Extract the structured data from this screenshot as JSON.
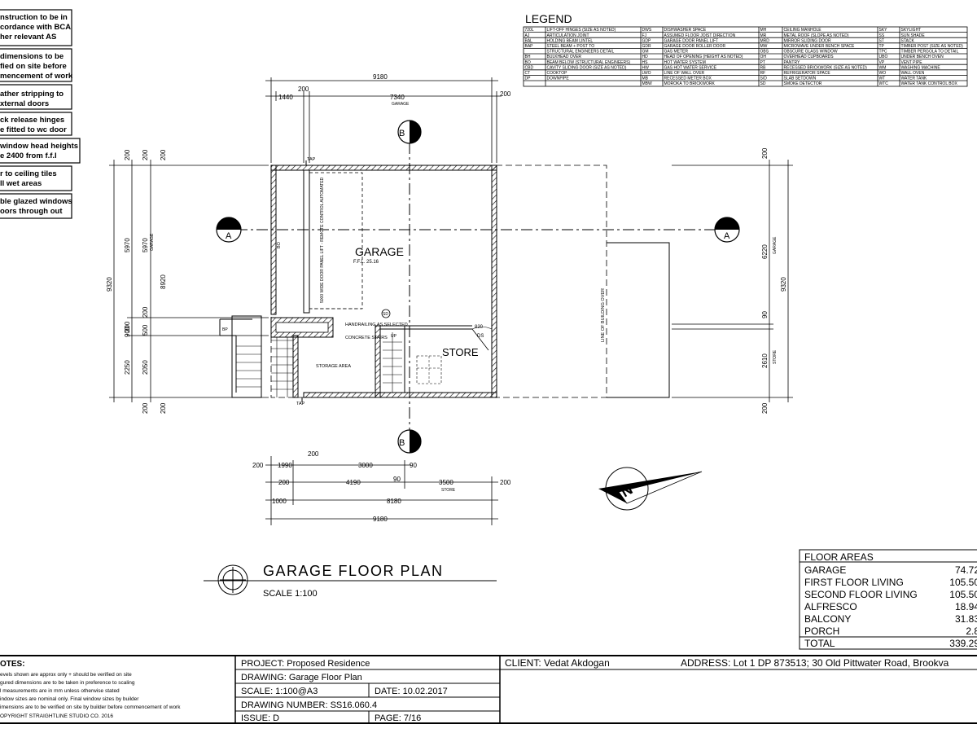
{
  "notes_left": [
    "nstruction to be in",
    "cordance with BCA",
    "her relevant AS",
    "dimensions to be",
    "fied on site before",
    "mencement of work",
    "ather stripping to",
    "xternal doors",
    "ck release hinges",
    "e fitted to wc door",
    "window head heights",
    "e 2400 from f.f.l",
    "r to ceiling tiles",
    "ll wet areas",
    "ble glazed windows",
    "oors through out"
  ],
  "legend": {
    "title": "LEGEND",
    "rows": [
      [
        "720L",
        "LIFT-OFF HINGES (SIZE AS NOTED)",
        "DWS",
        "DISHWASHER SPACE",
        "MH",
        "CEILING MANHOLE",
        "SKY",
        "SKYLIGHT"
      ],
      [
        "AJ",
        "ARTICULATION JOINT",
        "FJ",
        "ASSUMED FLOOR JOIST DIRECTION",
        "MR",
        "METAL ROOF (SLOPE AS NOTED)",
        "SS",
        "SUN SHADE"
      ],
      [
        "BAL",
        "HOLDING BEAM LINTEL",
        "GDP",
        "GARAGE DOOR PANEL LIFT",
        "MRD",
        "MIRROR SLIDING DOOR",
        "ST",
        "STACK"
      ],
      [
        "BAP",
        "STEEL BEAM + POST TO",
        "GDR",
        "GARAGE DOOR ROLLER DOOR",
        "MW",
        "MICROWAVE UNDER BENCH SPACE",
        "TP",
        "TIMBER POST (SIZE AS NOTED)"
      ],
      [
        "",
        "STRUCTURAL ENGINEERS DETAIL",
        "GM",
        "GAS METER",
        "OBS",
        "OBSCURE GLASS WINDOW",
        "TPC",
        "TIMBER PERGOLA TO DETAIL"
      ],
      [
        "BH",
        "BULKHEAD OVER",
        "HD",
        "HEAD OF OPENING (HEIGHT AS NOTED)",
        "OH",
        "OVERHEAD CUPBOARDS",
        "UBO",
        "UNDER BENCH OVEN"
      ],
      [
        "BO",
        "BEAM BELOW (STRUCTURAL ENGINEERS)",
        "HS",
        "HOT WATER SYSTEM",
        "PT",
        "PANTRY",
        "VP",
        "VENT PIPE"
      ],
      [
        "CBD",
        "CAVITY SLIDING DOOR (SIZE AS NOTED)",
        "HW",
        "GAS HOT WATER SERVICE",
        "RB",
        "RECESSED BRICKWORK (SIZE AS NOTED)",
        "WM",
        "WASHING MACHINE"
      ],
      [
        "CT",
        "COOKTOP",
        "LWO",
        "LINE OF WALL OVER",
        "RF",
        "REFRIGERATOR SPACE",
        "WO",
        "WALL OVEN"
      ],
      [
        "DP",
        "DOWNPIPE",
        "MB",
        "RECESSED METER BOX",
        "S/D",
        "SLAB SETDOWN",
        "WT",
        "WATER TANK"
      ],
      [
        "",
        "",
        "MBW",
        "MOROKA TO BRICKWORK",
        "SD",
        "SMOKE DETECTOR",
        "WTC",
        "WATER TANK CONTROL BOX"
      ]
    ]
  },
  "plan": {
    "dims_top": [
      "9180",
      "200",
      "1440",
      "7340",
      "GARAGE",
      "200"
    ],
    "dims_bottom_row1": [
      "200",
      "1990",
      "3000",
      "90"
    ],
    "dims_bottom_row1_extra": [
      "200"
    ],
    "dims_bottom_row2": [
      "200",
      "4190",
      "90",
      "3500",
      "STORE",
      "200"
    ],
    "dims_bottom_row3": [
      "1000",
      "8180"
    ],
    "dims_bottom_total": "9180",
    "dims_left": [
      "200",
      "200",
      "200",
      "5970",
      "5970",
      "GARAGE",
      "9320",
      "8920",
      "200",
      "200",
      "900",
      "500",
      "2250",
      "2050",
      "200",
      "200"
    ],
    "dims_right": [
      "200",
      "6220",
      "GARAGE",
      "9320",
      "90",
      "2610",
      "STORE",
      "200"
    ],
    "room_garage": "GARAGE",
    "room_garage_ffl": "F.F.L. 25.16",
    "room_store": "STORE",
    "garage_door_note": "5000 WIDE DOOR PANEL LIFT - REMOTE CONTROL AUTOMATED",
    "handrail_note": "HANDRAILING AS SELECTED",
    "stairs_note": "CONCRETE STAIRS",
    "storage_note": "STORAGE AREA",
    "line_of_building": "LINE OF BUILDING OVER",
    "tap_top": "TAP",
    "tap_bottom": "TAP",
    "bo_label": "BO",
    "sd_label": "SD",
    "ds_label": "DS",
    "ds_dim": "820",
    "up_label": "UP",
    "bp_label": "BP",
    "section_a": "A",
    "section_b": "B",
    "north": "N"
  },
  "title_block": {
    "title": "GARAGE FLOOR PLAN",
    "scale": "SCALE 1:100"
  },
  "floor_areas": {
    "title": "FLOOR AREAS",
    "rows": [
      {
        "label": "GARAGE",
        "value": "74.72"
      },
      {
        "label": "FIRST FLOOR LIVING",
        "value": "105.50"
      },
      {
        "label": "SECOND FLOOR LIVING",
        "value": "105.50"
      },
      {
        "label": "ALFRESCO",
        "value": "18.94"
      },
      {
        "label": "BALCONY",
        "value": "31.83"
      },
      {
        "label": "PORCH",
        "value": "2.8"
      },
      {
        "label": "TOTAL",
        "value": "339.29"
      }
    ]
  },
  "footer": {
    "notes_title": "OTES:",
    "notes": [
      "evels shown are approx only + should be verified on site",
      "gured dimensions are to be taken in preference to scaling",
      "l measurements are in mm unless otherwise stated",
      "indow sizes are nominal only. Final window sizes by builder",
      "imensions are to be verified on site by builder before commencement of work",
      "OPYRIGHT STRAIGHTLINE STUDIO CO. 2016"
    ],
    "project": "PROJECT: Proposed Residence",
    "drawing": "DRAWING: Garage Floor Plan",
    "scale": "SCALE: 1:100@A3",
    "date": "DATE: 10.02.2017",
    "drawing_number": "DRAWING NUMBER: SS16.060.4",
    "issue": "ISSUE: D",
    "page": "PAGE: 7/16",
    "client": "CLIENT: Vedat Akdogan",
    "address": "ADDRESS: Lot 1 DP 873513; 30 Old Pittwater Road, Brookva"
  }
}
